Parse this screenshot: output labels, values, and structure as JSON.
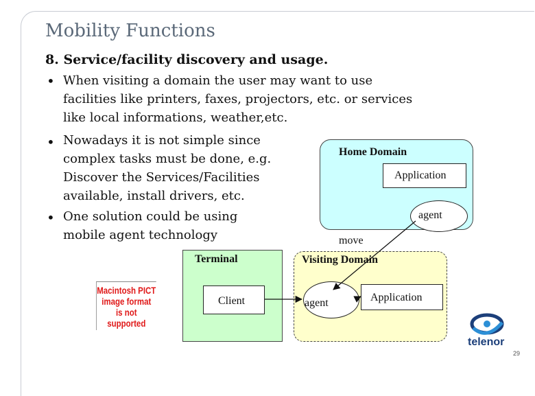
{
  "slide": {
    "title": "Mobility Functions",
    "heading": "8. Service/facility discovery and usage.",
    "bullets": [
      {
        "lines": [
          "When visiting a domain the user may want to use",
          "facilities like printers, faxes, projectors, etc. or services",
          "like local informations, weather,etc."
        ]
      },
      {
        "lines": [
          "Nowadays it is not simple since",
          "complex tasks must be done, e.g.",
          "Discover the Services/Facilities",
          "available, install drivers, etc."
        ]
      },
      {
        "lines": [
          "One solution could be using",
          "mobile agent technology"
        ]
      }
    ],
    "page_number": "29"
  },
  "diagram": {
    "home_domain": {
      "label": "Home Domain",
      "application": "Application",
      "agent": "agent"
    },
    "visiting_domain": {
      "label": "Visiting Domain",
      "agent": "agent",
      "application": "Application"
    },
    "terminal": {
      "label": "Terminal",
      "client": "Client"
    },
    "move_label": "move",
    "colors": {
      "home": "#ccffff",
      "visiting": "#ffffcc",
      "terminal": "#ccffcc"
    }
  },
  "placeholder_image": {
    "lines": [
      "Macintosh PICT",
      "image format",
      "is not supported"
    ],
    "color": "#e01919"
  },
  "logo": {
    "name": "telenor",
    "icon": "telenor-logo-icon"
  }
}
